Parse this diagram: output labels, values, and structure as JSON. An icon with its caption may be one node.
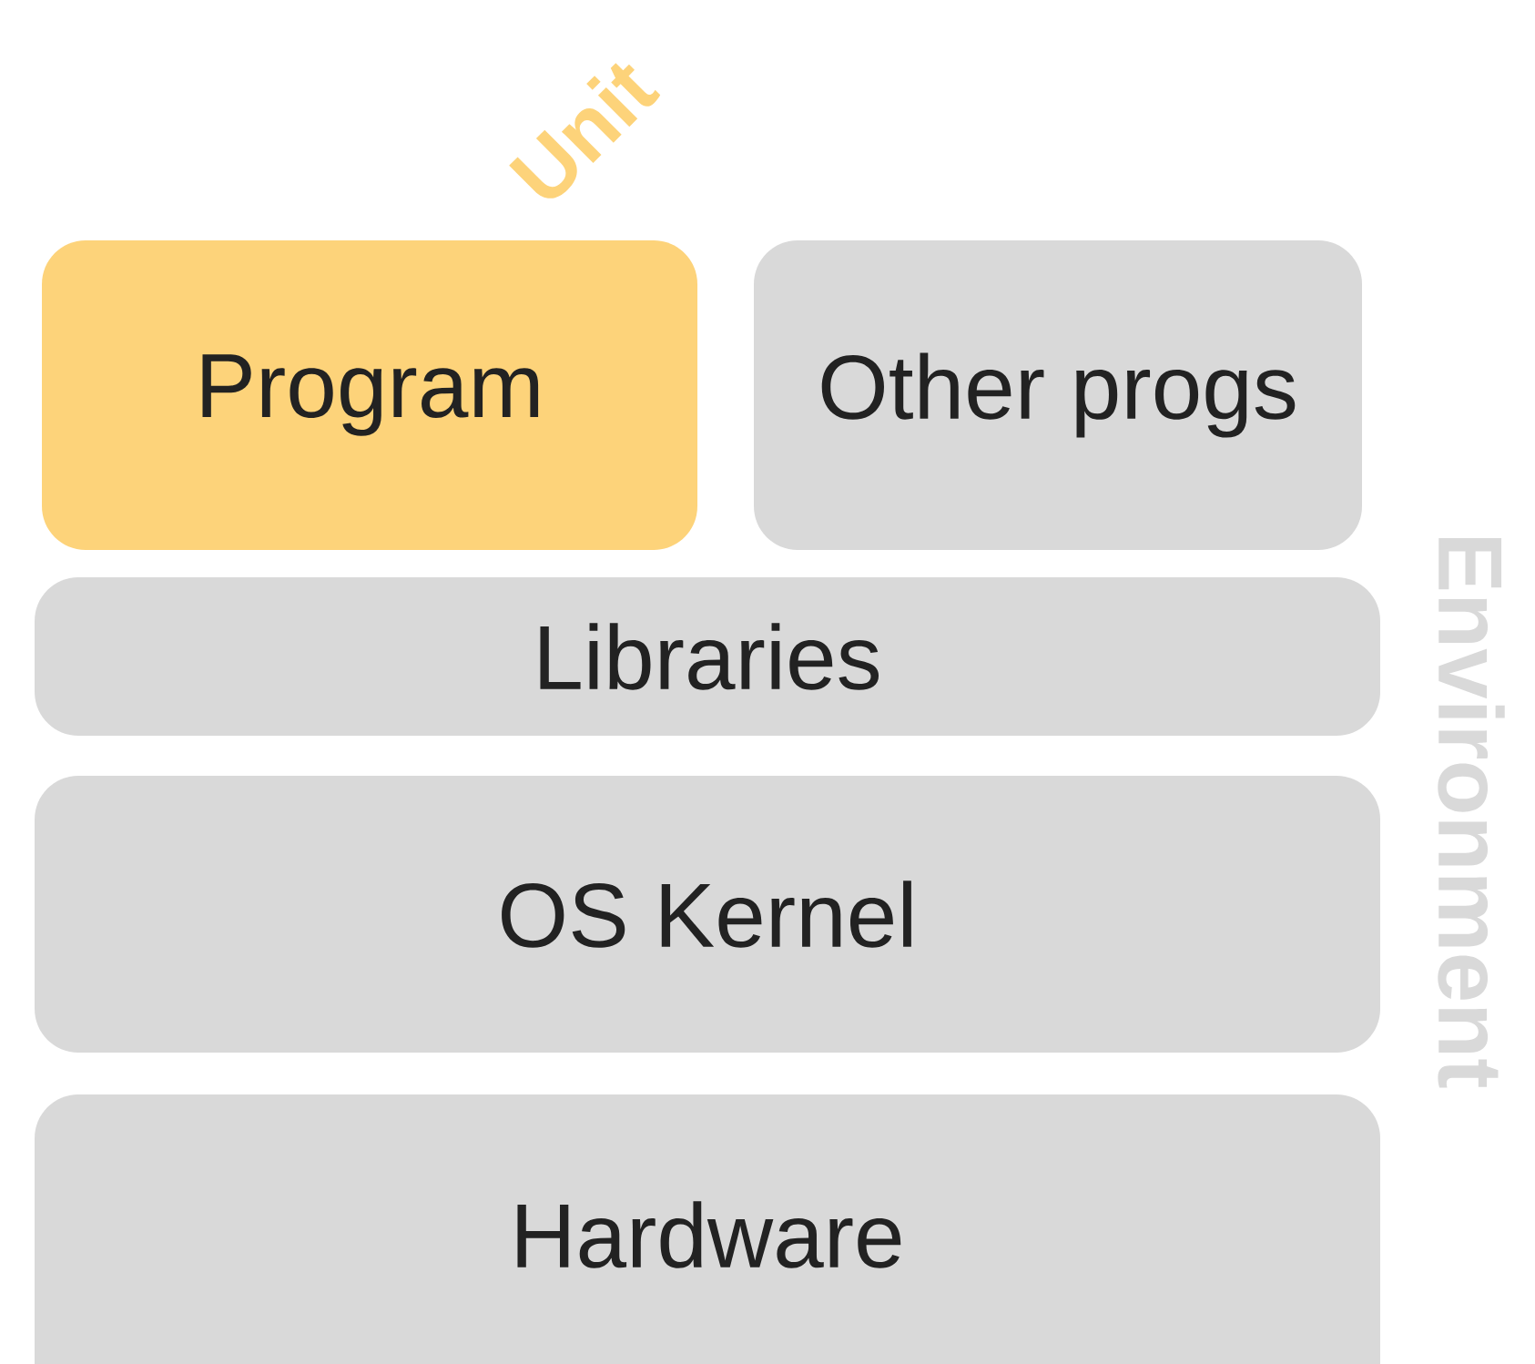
{
  "diagram": {
    "nodes": [
      {
        "text": [
          "Program"
        ],
        "beside": [
          "Unit"
        ]
      },
      {
        "text": [
          "Other progs"
        ]
      },
      {
        "text": [
          "Libraries"
        ]
      },
      {
        "text": [
          "OS Kernel"
        ]
      },
      {
        "text": [
          "Hardware"
        ]
      }
    ],
    "labels": [
      "Environment"
    ]
  }
}
